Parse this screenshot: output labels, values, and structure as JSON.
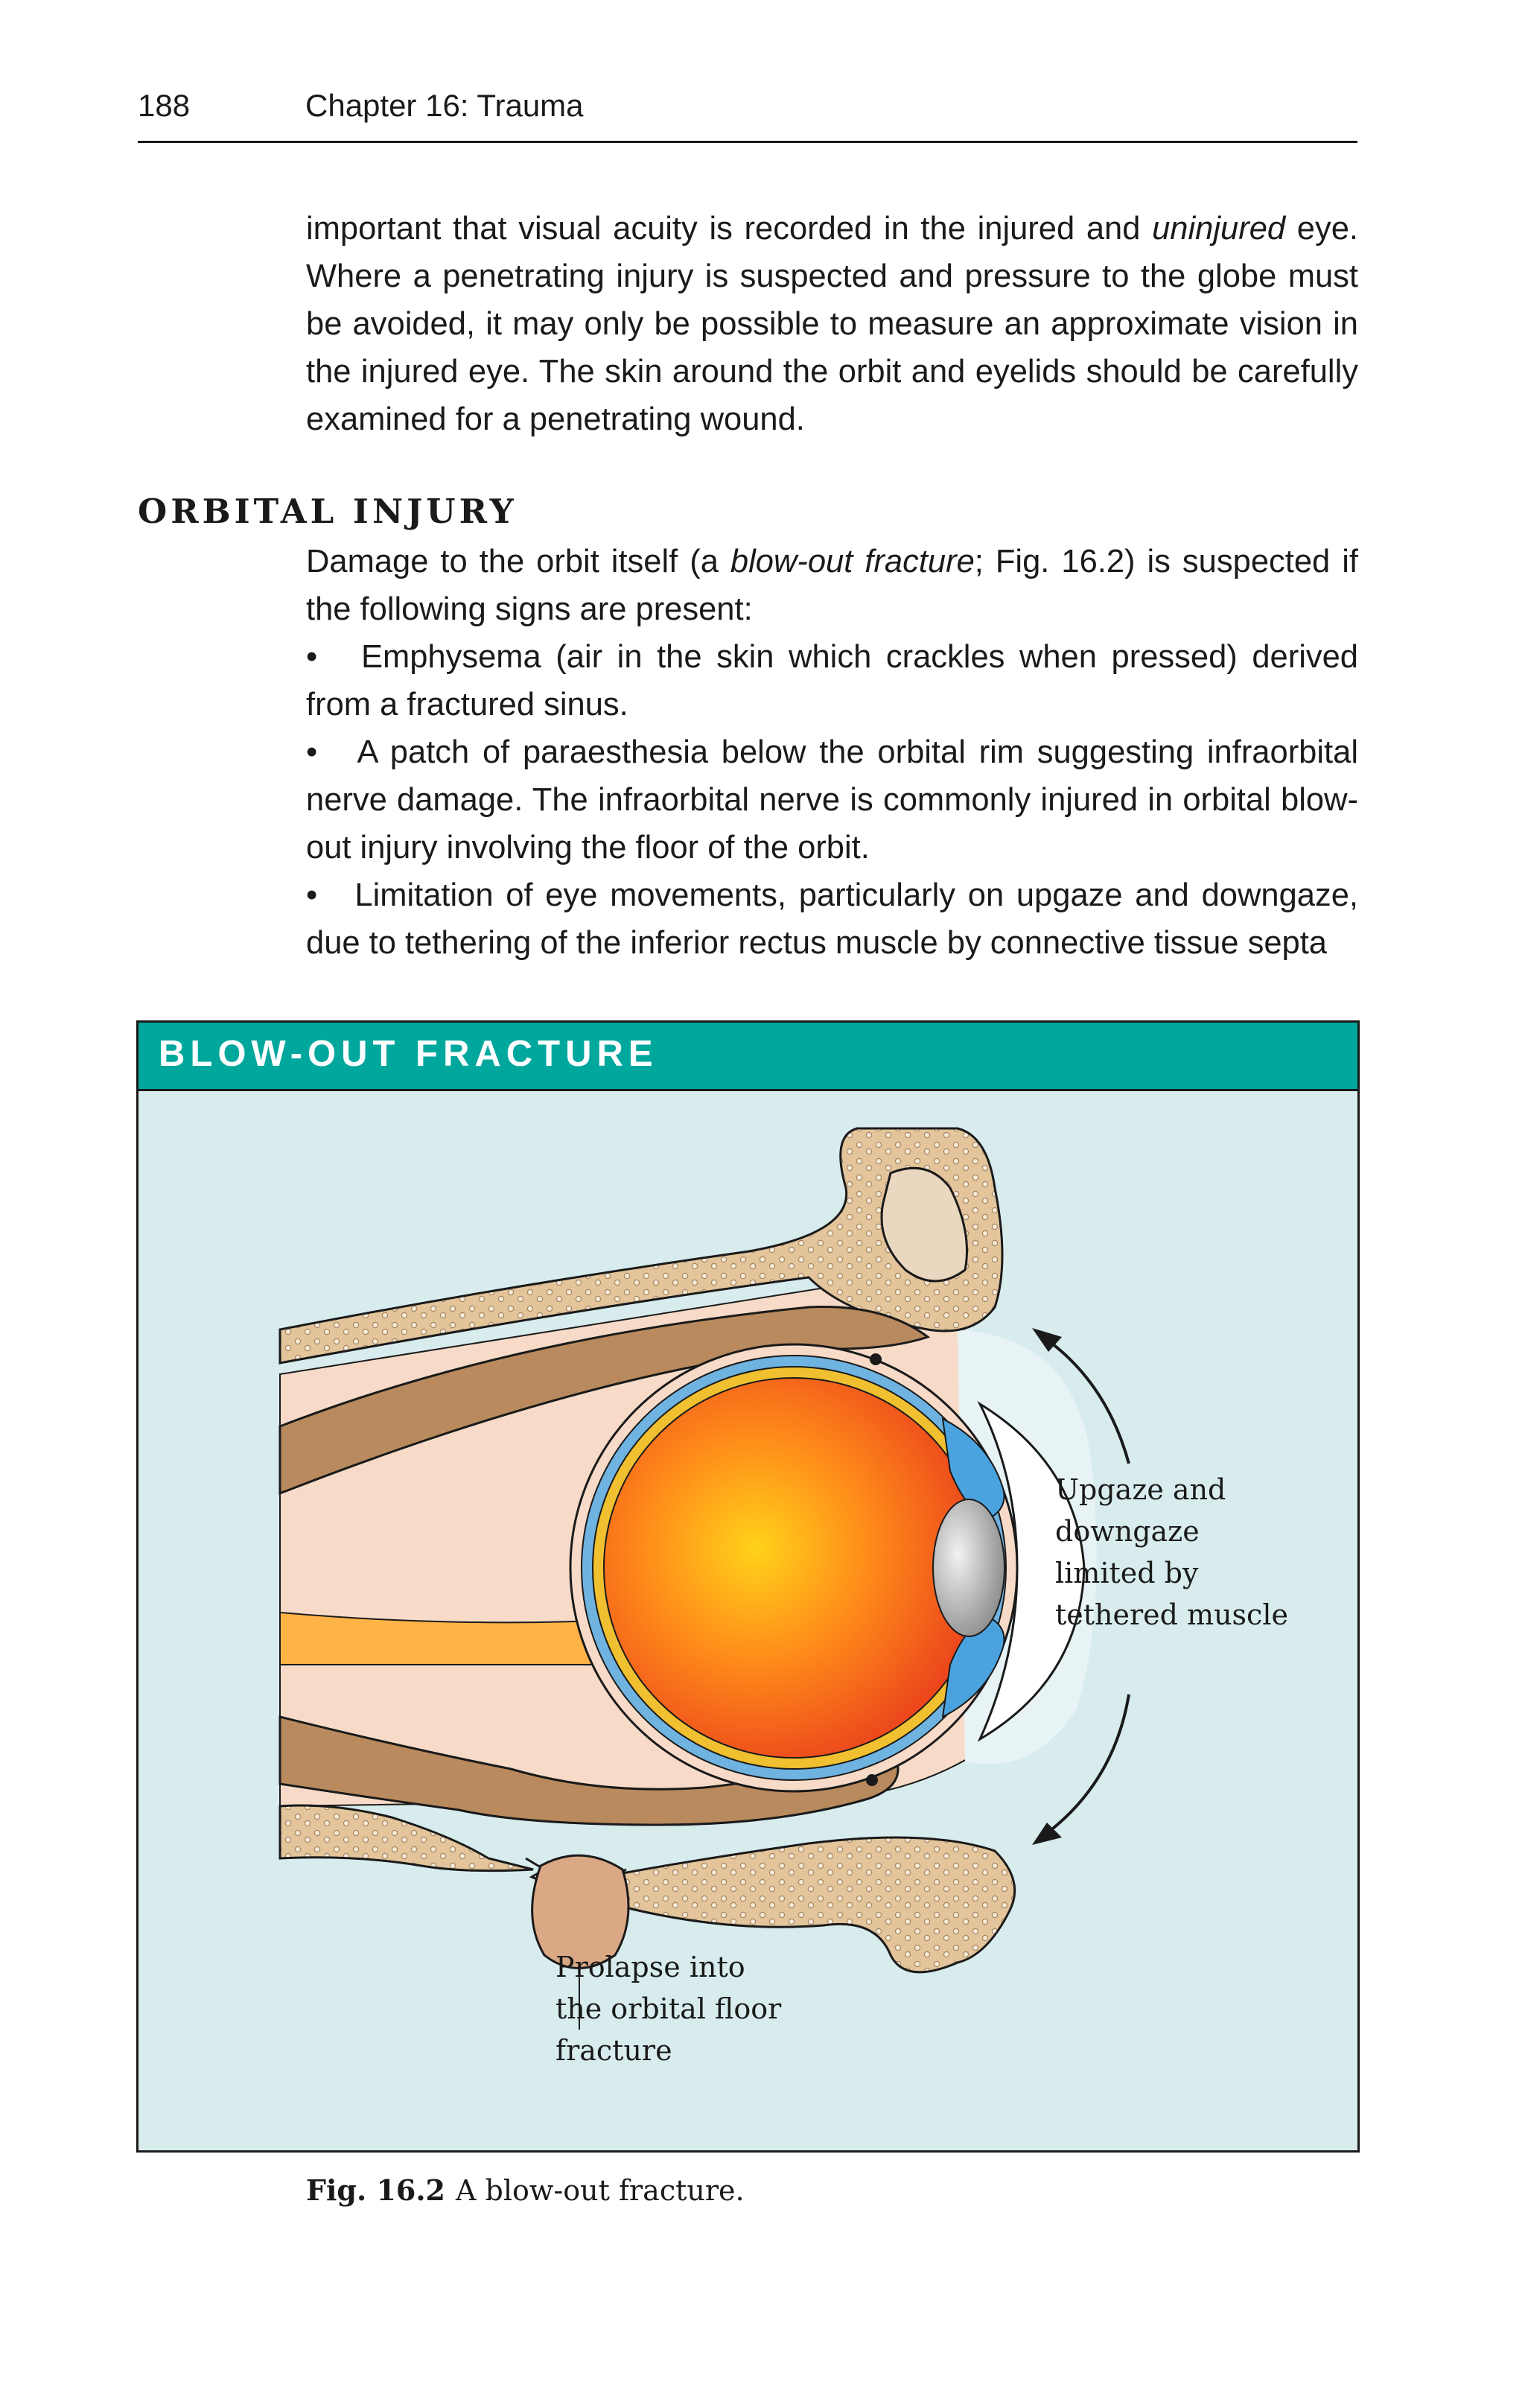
{
  "header": {
    "page_number": "188",
    "chapter": "Chapter 16: Trauma"
  },
  "intro": {
    "before_italic": "important that visual acuity is recorded in the injured and ",
    "italic": "uninjured",
    "after_italic": " eye. Where a penetrating injury is suspected and pressure to the globe must be avoided, it may only be possible to measure an approximate vision in the injured eye. The skin around the orbit and eyelids should be carefully examined for a penetrating wound."
  },
  "section": {
    "heading": "ORBITAL INJURY",
    "lead_before": "Damage to the orbit itself (a ",
    "lead_italic": "blow-out fracture",
    "lead_after": "; Fig. 16.2) is suspected if the following signs are present:",
    "bullet_marker": "•",
    "bullets": [
      "Emphysema (air in the skin which crackles when pressed) derived from a fractured sinus.",
      "A patch of paraesthesia below the orbital rim suggesting infraorbital nerve damage. The infraorbital nerve is commonly injured in orbital blow-out injury involving the floor of the orbit.",
      "Limitation of eye movements, particularly on upgaze and downgaze, due to tethering of the inferior rectus muscle by connective tissue septa"
    ]
  },
  "figure": {
    "title": "BLOW-OUT FRACTURE",
    "label_gaze": [
      "Upgaze and",
      "downgaze",
      "limited by",
      "tethered muscle"
    ],
    "label_prolapse": [
      "Prolapse into",
      "the orbital floor",
      "fracture"
    ],
    "colors": {
      "header_bar": "#00a79d",
      "background": "#d8ecee",
      "bone": "#e3c49b",
      "muscle": "#b98a5e",
      "fat": "#f7dbc8",
      "nerve": "#ffb347",
      "globe": "#f25a1e",
      "cornea": "#4aa3df"
    }
  },
  "caption": {
    "label": "Fig. 16.2",
    "text": "A blow-out fracture."
  }
}
